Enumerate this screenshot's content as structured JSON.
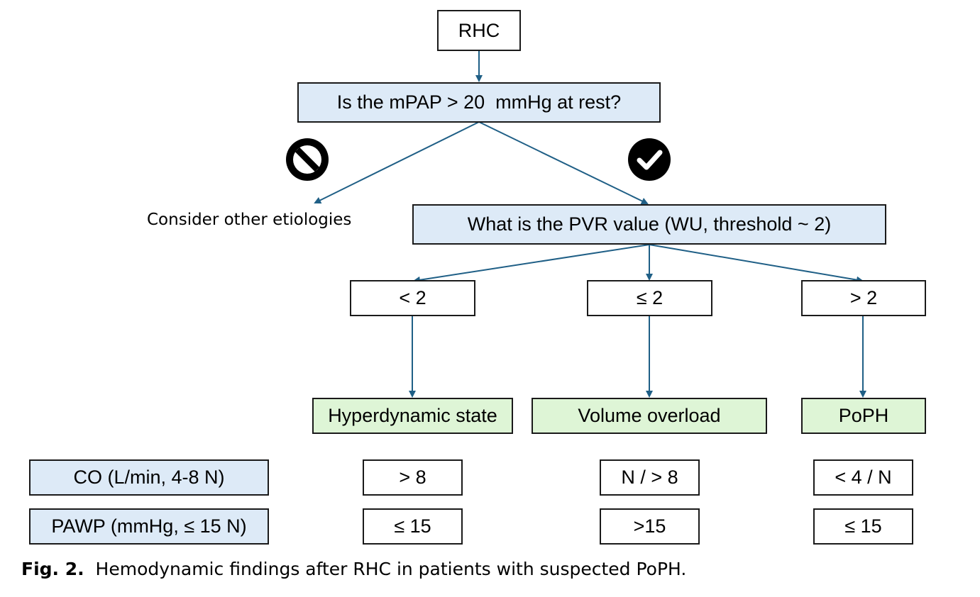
{
  "start": {
    "label": "RHC"
  },
  "question1": {
    "label": "Is the mPAP > 20  mmHg at rest?"
  },
  "no_branch": {
    "icon": "no-entry-icon",
    "label": "Consider other etiologies"
  },
  "yes_branch": {
    "icon": "check-icon"
  },
  "question2": {
    "label": "What is the PVR value (WU, threshold ~ 2)"
  },
  "pvr_options": [
    {
      "label": "< 2",
      "outcome": "Hyperdynamic state",
      "co": "> 8",
      "pawp": "≤ 15"
    },
    {
      "label": "≤ 2",
      "outcome": "Volume overload",
      "co": "N / > 8",
      "pawp": ">15"
    },
    {
      "label": "> 2",
      "outcome": "PoPH",
      "co": "< 4 / N",
      "pawp": "≤ 15"
    }
  ],
  "rows": {
    "co_label": "CO (L/min, 4-8 N)",
    "pawp_label": "PAWP (mmHg, ≤ 15 N)"
  },
  "caption": {
    "prefix": "Fig. 2.",
    "text": "Hemodynamic findings after RHC in patients with suspected PoPH."
  },
  "colors": {
    "arrow": "#1f5f86",
    "question_fill": "#ddeaf7",
    "outcome_fill": "#def5d6"
  }
}
